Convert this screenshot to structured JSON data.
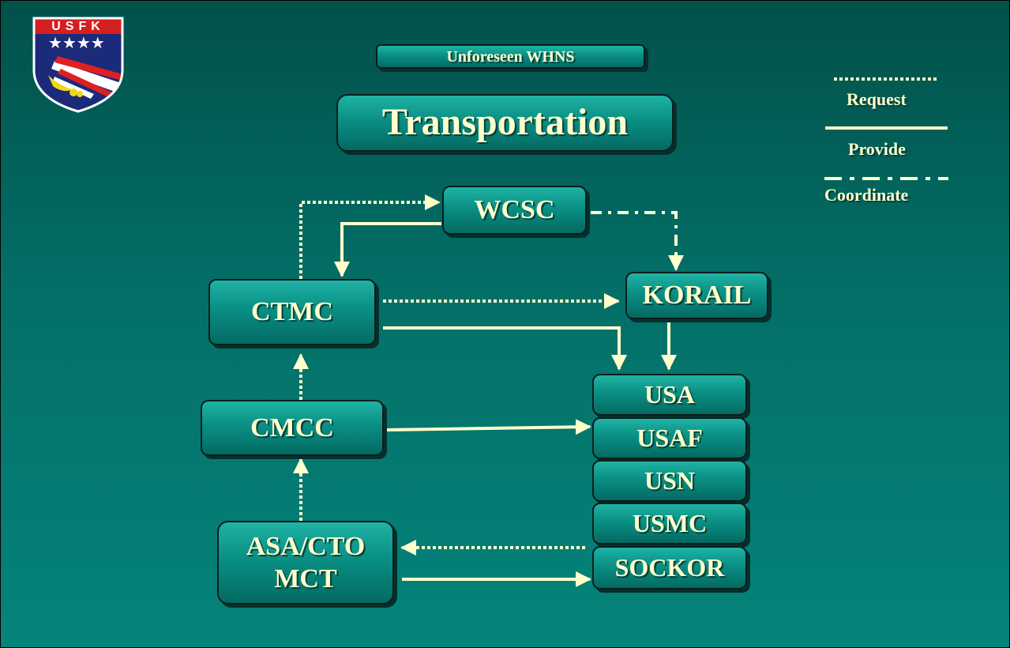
{
  "header": {
    "subtitle": "Unforeseen WHNS",
    "title": "Transportation"
  },
  "logo": {
    "text": "USFK"
  },
  "legend": {
    "request": "Request",
    "provide": "Provide",
    "coordinate": "Coordinate"
  },
  "nodes": {
    "wcsc": "WCSC",
    "ctmc": "CTMC",
    "korail": "KORAIL",
    "cmcc": "CMCC",
    "asa_cto_line1": "ASA/CTO",
    "asa_cto_line2": "MCT",
    "usa": "USA",
    "usaf": "USAF",
    "usn": "USN",
    "usmc": "USMC",
    "sockor": "SOCKOR"
  },
  "colors": {
    "background_top": "#01514a",
    "background_bottom": "#05847b",
    "box": "#0a8f84",
    "text": "#ffffcc",
    "arrow": "#ffffcc"
  }
}
